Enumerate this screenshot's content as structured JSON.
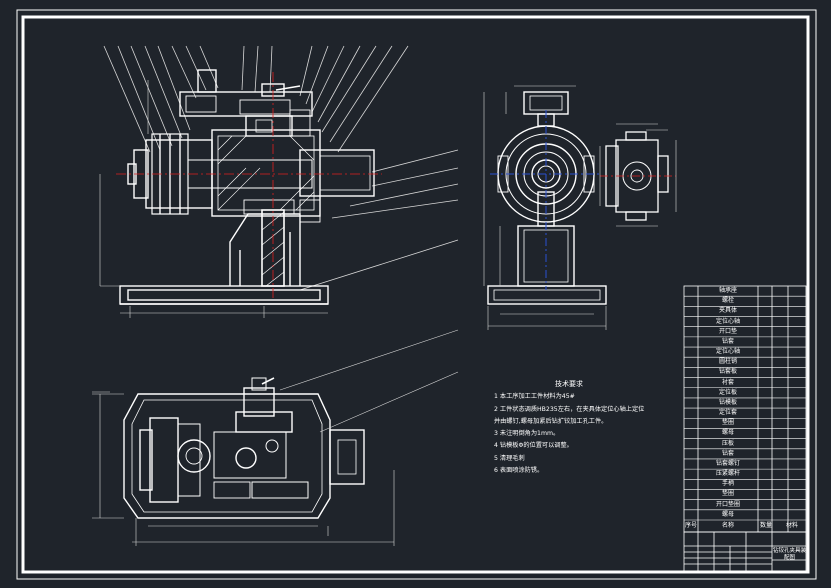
{
  "drawing": {
    "background": "#1f242b",
    "line_color": "#ffffff",
    "centerline_color": "#e02020",
    "axis_color": "#2a4fd0",
    "leader_color": "#d8d8d8"
  },
  "technical_requirements": {
    "title": "技术要求",
    "items": [
      "1 本工序加工工件材料为45#",
      "2 工件状态调质HB235左右，在夹具体定位心轴上定位",
      "并由螺钉,螺母加紧后钻扩铰加工孔工件。",
      "3 未注明倒角为1mm。",
      "4 钻模板Φ的位置可以调整。",
      "5 清理毛刺",
      "6 表面喷涂防锈。"
    ]
  },
  "bom": {
    "rows": [
      "轴承座",
      "螺栓",
      "夹具体",
      "定位心轴",
      "开口垫",
      "钻套",
      "定位心轴",
      "圆柱销",
      "钻套板",
      "衬套",
      "定位板",
      "钻模板",
      "定位套",
      "垫圈",
      "螺母",
      "压板",
      "钻套",
      "钻套螺钉",
      "压紧螺杆",
      "手柄",
      "垫圈",
      "开口垫圈",
      "螺母"
    ],
    "header": {
      "seq": "序号",
      "name": "名称",
      "qty": "数量",
      "material": "材料"
    }
  },
  "title_block": {
    "name": "钻铰孔夹具装配图"
  }
}
